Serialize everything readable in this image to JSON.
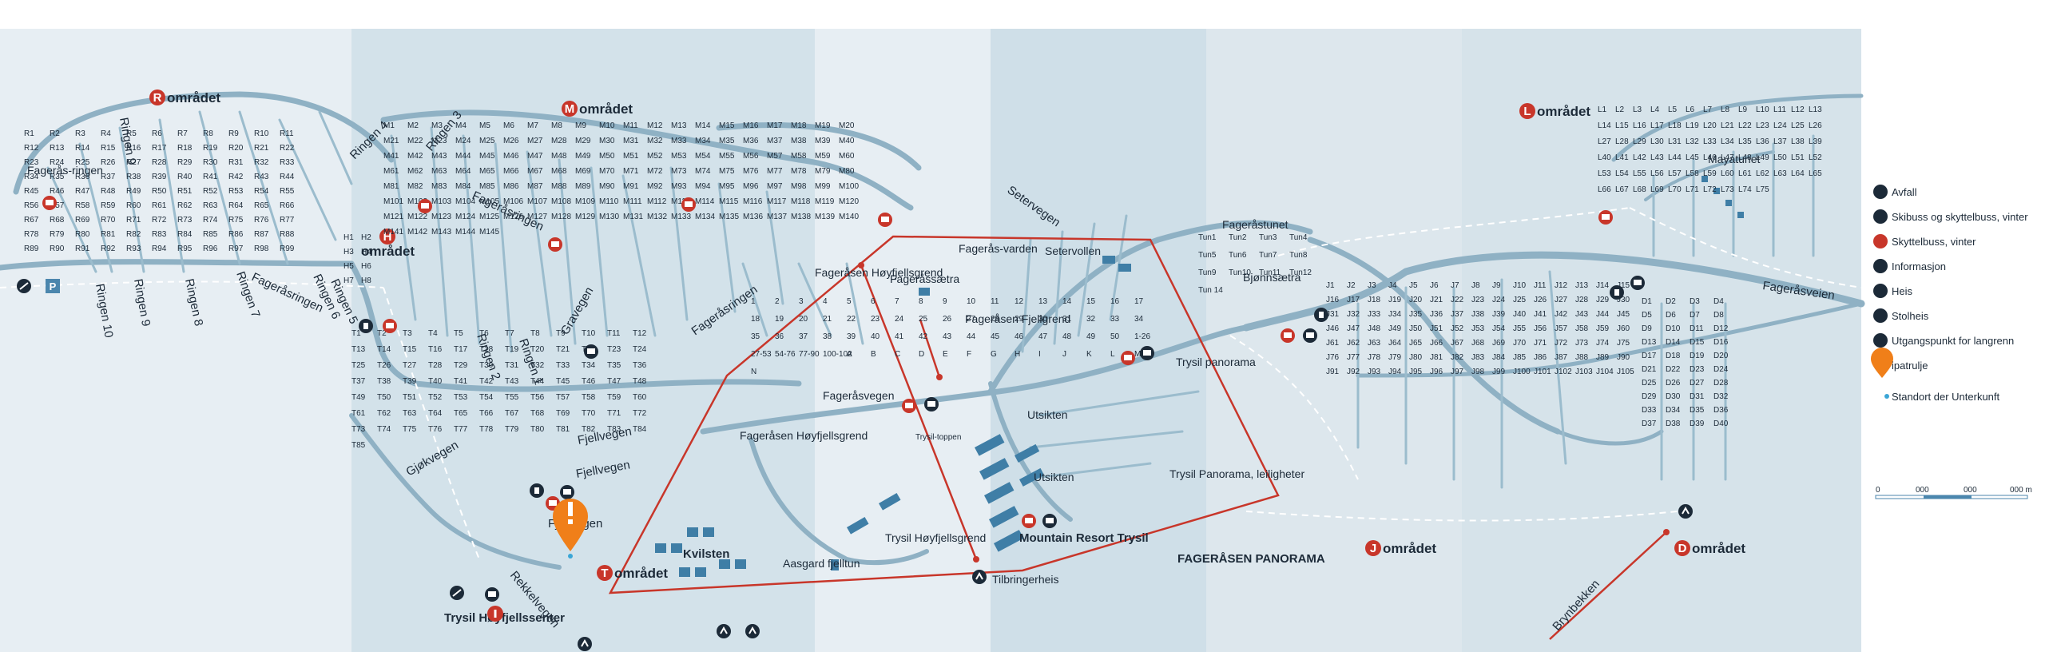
{
  "regions": [
    {
      "letter": "R",
      "word": "området"
    },
    {
      "letter": "M",
      "word": "området"
    },
    {
      "letter": "L",
      "word": "området"
    },
    {
      "letter": "H",
      "word": "området"
    },
    {
      "letter": "T",
      "word": "området"
    },
    {
      "letter": "J",
      "word": "området"
    },
    {
      "letter": "D",
      "word": "området"
    }
  ],
  "areas": {
    "fagerasringen": "Fagerås-ringen",
    "fagerasen_hoyfjellsgrend_top": "Fageråsen Høyfjellsgrend",
    "fagerasen_hoyfjellsgrend_left": "Fageråsen Høyfjellsgrend",
    "fagerassaetra": "Fageråssætra",
    "fagerasvarden": "Fagerås-varden",
    "fagerasen_fjellgrend": "Fageråsen Fjellgrend",
    "setervollen": "Setervollen",
    "fagerastunet": "Fageråstunet",
    "bjonnsaetra": "Bjønnsætra",
    "trysil_panorama": "Trysil panorama",
    "trysil_panorama_leiligheter": "Trysil Panorama, leiligheter",
    "utsikten_top": "Utsikten",
    "utsikten_bottom": "Utsikten",
    "trysiltoppen": "Trysil-toppen",
    "trysil_hoyfjellsgrend": "Trysil Høyfjellsgrend",
    "aasgard": "Aasgard fjelltun",
    "kvilsten": "Kvilsten",
    "mayatunet": "Mayatunet",
    "mountain_resort": "Mountain Resort Trysil",
    "fagerasen_panorama": "FAGERÅSEN PANORAMA",
    "tilbringerheis": "Tilbringerheis",
    "trysil_hoyfjellssenter": "Trysil Høyfjellssenter",
    "fagerasvegen_label": "Fageråsvegen"
  },
  "roads": {
    "ringen4": "Ringen 4",
    "ringen3": "Ringen 3",
    "ringen5": "Ringen 5",
    "ringen6": "Ringen 6",
    "ringen7": "Ringen 7",
    "ringen8": "Ringen 8",
    "ringen9": "Ringen 9",
    "ringen10": "Ringen 10",
    "ringen1": "Ringen 1",
    "ringen2": "Ringen 2",
    "fagerasringen": "Fageråsringen",
    "fagerasringen2": "Fageråsringen",
    "fagerasringen3": "Fageråsringen",
    "gravegen": "Gravegen",
    "setervegen": "Setervegen",
    "fagerasvegen": "Fageråsvegen",
    "fagerasveien": "Fageråsveien",
    "fjellvegen1": "Fjellvegen",
    "fjellvegen2": "Fjellvegen",
    "gjokvegen": "Gjøkvegen",
    "rekkelvegen": "Rekkelvegen",
    "brynbekken": "Brynbekken",
    "fjellvegen_s": "Fjellvegen"
  },
  "plots": {
    "r": [
      "R1",
      "R2",
      "R3",
      "R4",
      "R5",
      "R6",
      "R7",
      "R8",
      "R9",
      "R10",
      "R11",
      "R12",
      "R13",
      "R14",
      "R15",
      "R16",
      "R17",
      "R18",
      "R19",
      "R20",
      "R21",
      "R22",
      "R23",
      "R24",
      "R25",
      "R26",
      "R27",
      "R28",
      "R29",
      "R30",
      "R31",
      "R32",
      "R33",
      "R34",
      "R35",
      "R36",
      "R37",
      "R38",
      "R39",
      "R40",
      "R41",
      "R42",
      "R43",
      "R44",
      "R45",
      "R46",
      "R47",
      "R48",
      "R49",
      "R50",
      "R51",
      "R52",
      "R53",
      "R54",
      "R55",
      "R56",
      "R57",
      "R58",
      "R59",
      "R60",
      "R61",
      "R62",
      "R63",
      "R64",
      "R65",
      "R66",
      "R67",
      "R68",
      "R69",
      "R70",
      "R71",
      "R72",
      "R73",
      "R74",
      "R75",
      "R76",
      "R77",
      "R78",
      "R79",
      "R80",
      "R81",
      "R82",
      "R83",
      "R84",
      "R85",
      "R86",
      "R87",
      "R88",
      "R89",
      "R90",
      "R91",
      "R92",
      "R93",
      "R94",
      "R95",
      "R96",
      "R97",
      "R98",
      "R99"
    ],
    "m": [
      "M1",
      "M2",
      "M3",
      "M4",
      "M5",
      "M6",
      "M7",
      "M8",
      "M9",
      "M10",
      "M11",
      "M12",
      "M13",
      "M14",
      "M15",
      "M16",
      "M17",
      "M18",
      "M19",
      "M20",
      "M21",
      "M22",
      "M23",
      "M24",
      "M25",
      "M26",
      "M27",
      "M28",
      "M29",
      "M30",
      "M31",
      "M32",
      "M33",
      "M34",
      "M35",
      "M36",
      "M37",
      "M38",
      "M39",
      "M40",
      "M41",
      "M42",
      "M43",
      "M44",
      "M45",
      "M46",
      "M47",
      "M48",
      "M49",
      "M50",
      "M51",
      "M52",
      "M53",
      "M54",
      "M55",
      "M56",
      "M57",
      "M58",
      "M59",
      "M60",
      "M61",
      "M62",
      "M63",
      "M64",
      "M65",
      "M66",
      "M67",
      "M68",
      "M69",
      "M70",
      "M71",
      "M72",
      "M73",
      "M74",
      "M75",
      "M76",
      "M77",
      "M78",
      "M79",
      "M80",
      "M81",
      "M82",
      "M83",
      "M84",
      "M85",
      "M86",
      "M87",
      "M88",
      "M89",
      "M90",
      "M91",
      "M92",
      "M93",
      "M94",
      "M95",
      "M96",
      "M97",
      "M98",
      "M99",
      "M100",
      "M101",
      "M102",
      "M103",
      "M104",
      "M105",
      "M106",
      "M107",
      "M108",
      "M109",
      "M110",
      "M111",
      "M112",
      "M113",
      "M114",
      "M115",
      "M116",
      "M117",
      "M118",
      "M119",
      "M120",
      "M121",
      "M122",
      "M123",
      "M124",
      "M125",
      "M126",
      "M127",
      "M128",
      "M129",
      "M130",
      "M131",
      "M132",
      "M133",
      "M134",
      "M135",
      "M136",
      "M137",
      "M138",
      "M139",
      "M140",
      "M141",
      "M142",
      "M143",
      "M144",
      "M145"
    ],
    "h": [
      "H1",
      "H2",
      "H3",
      "H4",
      "H5",
      "H6",
      "H7",
      "H8"
    ],
    "t": [
      "T1",
      "T2",
      "T3",
      "T4",
      "T5",
      "T6",
      "T7",
      "T8",
      "T9",
      "T10",
      "T11",
      "T12",
      "T13",
      "T14",
      "T15",
      "T16",
      "T17",
      "T18",
      "T19",
      "T20",
      "T21",
      "T22",
      "T23",
      "T24",
      "T25",
      "T26",
      "T27",
      "T28",
      "T29",
      "T30",
      "T31",
      "T32",
      "T33",
      "T34",
      "T35",
      "T36",
      "T37",
      "T38",
      "T39",
      "T40",
      "T41",
      "T42",
      "T43",
      "T44",
      "T45",
      "T46",
      "T47",
      "T48",
      "T49",
      "T50",
      "T51",
      "T52",
      "T53",
      "T54",
      "T55",
      "T56",
      "T57",
      "T58",
      "T59",
      "T60",
      "T61",
      "T62",
      "T63",
      "T64",
      "T65",
      "T66",
      "T67",
      "T68",
      "T69",
      "T70",
      "T71",
      "T72",
      "T73",
      "T74",
      "T75",
      "T76",
      "T77",
      "T78",
      "T79",
      "T80",
      "T81",
      "T82",
      "T83",
      "T84",
      "T85"
    ],
    "l": [
      "L1",
      "L2",
      "L3",
      "L4",
      "L5",
      "L6",
      "L7",
      "L8",
      "L9",
      "L10",
      "L11",
      "L12",
      "L13",
      "L14",
      "L15",
      "L16",
      "L17",
      "L18",
      "L19",
      "L20",
      "L21",
      "L22",
      "L23",
      "L24",
      "L25",
      "L26",
      "L27",
      "L28",
      "L29",
      "L30",
      "L31",
      "L32",
      "L33",
      "L34",
      "L35",
      "L36",
      "L37",
      "L38",
      "L39",
      "L40",
      "L41",
      "L42",
      "L43",
      "L44",
      "L45",
      "L46",
      "L47",
      "L48",
      "L49",
      "L50",
      "L51",
      "L52",
      "L53",
      "L54",
      "L55",
      "L56",
      "L57",
      "L58",
      "L59",
      "L60",
      "L61",
      "L62",
      "L63",
      "L64",
      "L65",
      "L66",
      "L67",
      "L68",
      "L69",
      "L70",
      "L71",
      "L72",
      "L73",
      "L74",
      "L75"
    ],
    "j": [
      "J1",
      "J2",
      "J3",
      "J4",
      "J5",
      "J6",
      "J7",
      "J8",
      "J9",
      "J10",
      "J11",
      "J12",
      "J13",
      "J14",
      "J15",
      "J16",
      "J17",
      "J18",
      "J19",
      "J20",
      "J21",
      "J22",
      "J23",
      "J24",
      "J25",
      "J26",
      "J27",
      "J28",
      "J29",
      "J30",
      "J31",
      "J32",
      "J33",
      "J34",
      "J35",
      "J36",
      "J37",
      "J38",
      "J39",
      "J40",
      "J41",
      "J42",
      "J43",
      "J44",
      "J45",
      "J46",
      "J47",
      "J48",
      "J49",
      "J50",
      "J51",
      "J52",
      "J53",
      "J54",
      "J55",
      "J56",
      "J57",
      "J58",
      "J59",
      "J60",
      "J61",
      "J62",
      "J63",
      "J64",
      "J65",
      "J66",
      "J67",
      "J68",
      "J69",
      "J70",
      "J71",
      "J72",
      "J73",
      "J74",
      "J75",
      "J76",
      "J77",
      "J78",
      "J79",
      "J80",
      "J81",
      "J82",
      "J83",
      "J84",
      "J85",
      "J86",
      "J87",
      "J88",
      "J89",
      "J90",
      "J91",
      "J92",
      "J93",
      "J94",
      "J95",
      "J96",
      "J97",
      "J98",
      "J99",
      "J100",
      "J101",
      "J102",
      "J103",
      "J104",
      "J105"
    ],
    "d": [
      "D1",
      "D2",
      "D3",
      "D4",
      "D5",
      "D6",
      "D7",
      "D8",
      "D9",
      "D10",
      "D11",
      "D12",
      "D13",
      "D14",
      "D15",
      "D16",
      "D17",
      "D18",
      "D19",
      "D20",
      "D21",
      "D22",
      "D23",
      "D24",
      "D25",
      "D26",
      "D27",
      "D28",
      "D29",
      "D30",
      "D31",
      "D32",
      "D33",
      "D34",
      "D35",
      "D36",
      "D37",
      "D38",
      "D39",
      "D40"
    ],
    "tun": [
      "Tun1",
      "Tun2",
      "Tun3",
      "Tun4",
      "Tun5",
      "Tun6",
      "Tun7",
      "Tun8",
      "Tun9",
      "Tun10",
      "Tun11",
      "Tun12",
      "Tun 14"
    ],
    "misc": [
      "1",
      "2",
      "3",
      "4",
      "5",
      "6",
      "7",
      "8",
      "9",
      "10",
      "11",
      "12",
      "13",
      "14",
      "15",
      "16",
      "17",
      "18",
      "19",
      "20",
      "21",
      "22",
      "23",
      "24",
      "25",
      "26",
      "27",
      "28",
      "29",
      "30",
      "31",
      "32",
      "33",
      "34",
      "35",
      "36",
      "37",
      "38",
      "39",
      "40",
      "41",
      "42",
      "43",
      "44",
      "45",
      "46",
      "47",
      "48",
      "49",
      "50",
      "1-26",
      "27-53",
      "54-76",
      "77-90",
      "100-102",
      "A",
      "B",
      "C",
      "D",
      "E",
      "F",
      "G",
      "H",
      "I",
      "J",
      "K",
      "L",
      "M",
      "N"
    ]
  },
  "legend": {
    "items": [
      {
        "icon": "waste-icon",
        "label": "Avfall"
      },
      {
        "icon": "ski-bus-icon",
        "label": "Skibuss og skyttelbuss, vinter"
      },
      {
        "icon": "shuttle-bus-icon",
        "label": "Skyttelbuss, vinter"
      },
      {
        "icon": "info-icon",
        "label": "Informasjon"
      },
      {
        "icon": "lift-icon",
        "label": "Heis"
      },
      {
        "icon": "chairlift-icon",
        "label": "Stolheis"
      },
      {
        "icon": "ski-start-icon",
        "label": "Utgangspunkt for langrenn"
      },
      {
        "icon": "patrol-icon",
        "label": "ipatrulje"
      }
    ],
    "location_label": "Standort der Unterkunft",
    "scale": {
      "labels": [
        "0",
        "000",
        "000",
        "000 m"
      ]
    }
  },
  "colors": {
    "water": "#a9c4d3",
    "road": "#8fb0c2",
    "band_light": "#e6eef3",
    "band_dark": "#cddde6",
    "red": "#c8362a",
    "orange": "#f07f19",
    "dark": "#1c2a38",
    "marker_blue": "#3ba6d6"
  }
}
